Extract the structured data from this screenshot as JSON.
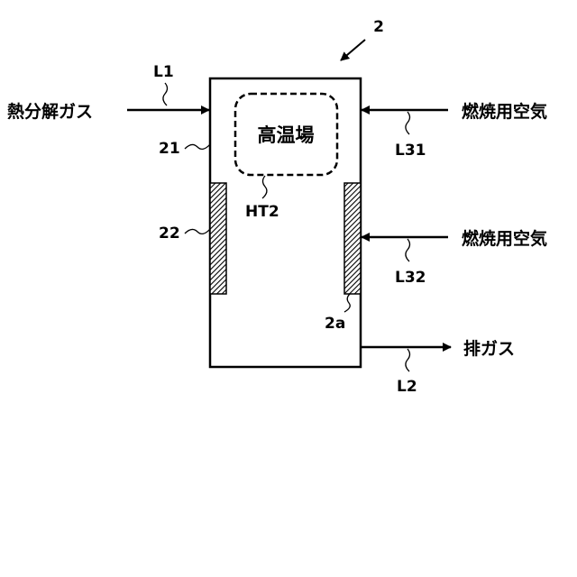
{
  "figure_number": "2",
  "inlets": {
    "pyrolysis_gas": {
      "text": "熱分解ガス",
      "line": "L1"
    },
    "combustion_air_upper": {
      "text": "燃焼用空気",
      "line": "L31"
    },
    "combustion_air_lower": {
      "text": "燃焼用空気",
      "line": "L32"
    }
  },
  "outlet": {
    "text": "排ガス",
    "line": "L2"
  },
  "furnace": {
    "label": "21",
    "wall_label": "22",
    "inner_label": "2a"
  },
  "high_temp_zone": {
    "text": "高温場",
    "label": "HT2"
  }
}
